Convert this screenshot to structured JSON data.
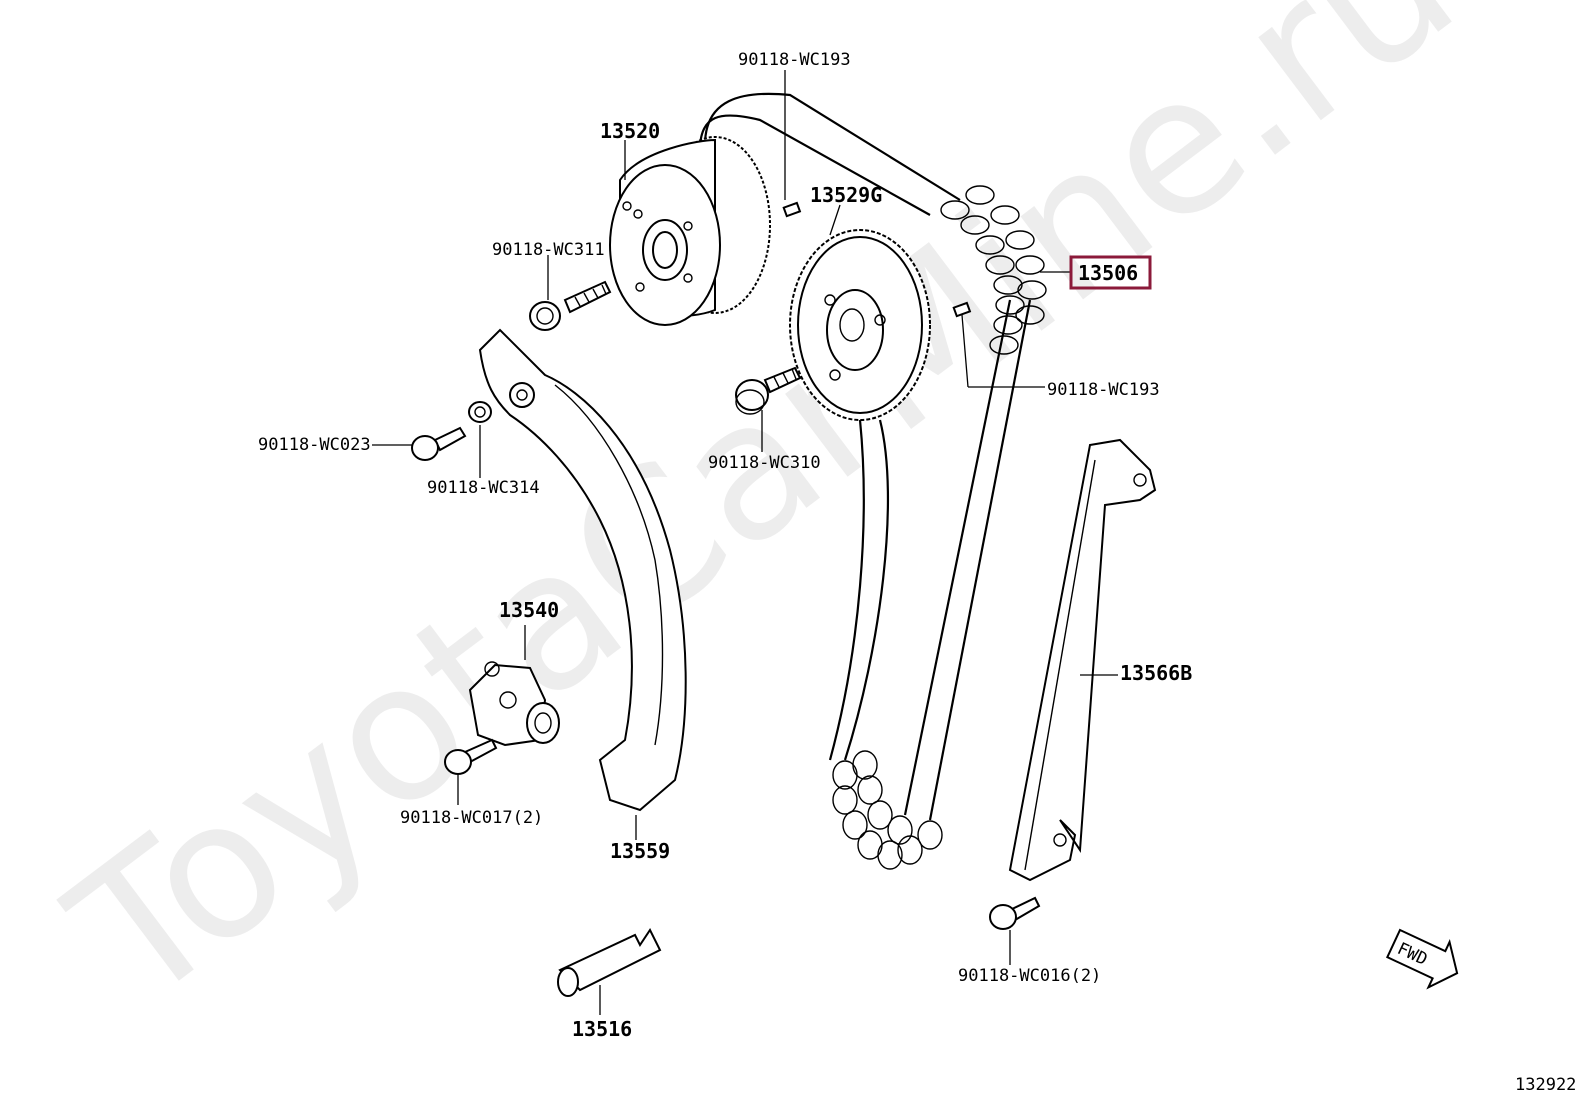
{
  "watermark": "ToyotaCarMine.ru",
  "diagram_id": "132922",
  "fwd_label": "FWD",
  "highlight_color": "#8b1a3a",
  "labels": {
    "p13520": "13520",
    "p13529g": "13529G",
    "p13506": "13506",
    "p13540": "13540",
    "p13559": "13559",
    "p13566b": "13566B",
    "p13516": "13516",
    "wc193_top": "90118-WC193",
    "wc193_right": "90118-WC193",
    "wc311": "90118-WC311",
    "wc310": "90118-WC310",
    "wc023": "90118-WC023",
    "wc314": "90118-WC314",
    "wc017": "90118-WC017(2)",
    "wc016": "90118-WC016(2)"
  }
}
